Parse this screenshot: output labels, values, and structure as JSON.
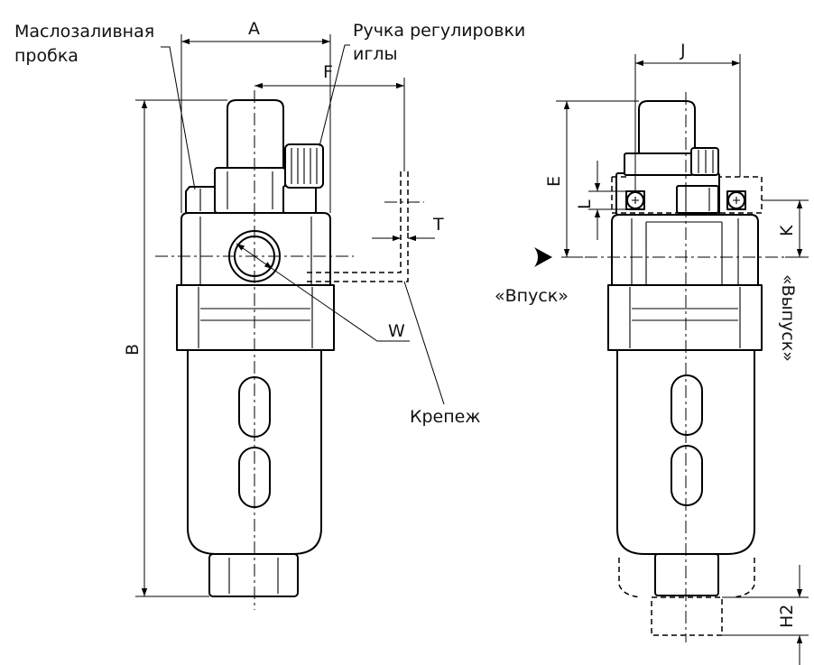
{
  "callouts": {
    "oil_fill_plug_line1": "Маслозаливная",
    "oil_fill_plug_line2": "пробка",
    "needle_knob_line1": "Ручка регулировки",
    "needle_knob_line2": "иглы",
    "mounting": "Крепеж",
    "inlet": "«Впуск»",
    "outlet": "«Выпуск»"
  },
  "dimensions": {
    "A": "A",
    "B": "B",
    "F": "F",
    "T": "T",
    "W": "W",
    "J": "J",
    "E": "E",
    "L": "L",
    "K": "K",
    "H2": "H2"
  }
}
